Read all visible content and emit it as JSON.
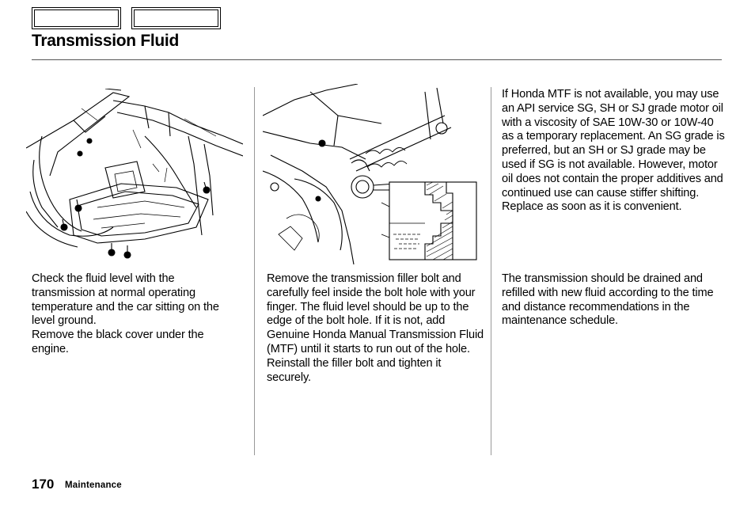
{
  "header": {
    "title": "Transmission Fluid"
  },
  "columns": [
    {
      "paragraphs": [
        "Check the fluid level with the transmission at normal operating temperature and the car sitting on the level ground.",
        "Remove the black cover under the engine."
      ]
    },
    {
      "paragraphs": [
        "Remove the transmission filler bolt and carefully feel inside the bolt hole with your finger. The fluid level should be up to the edge of the bolt hole. If it is not, add Genuine Honda Manual Transmission Fluid (MTF) until it starts to run out of the hole. Reinstall the filler bolt and tighten it securely."
      ]
    },
    {
      "note": "If Honda MTF is not available, you may use an API service SG, SH or SJ grade motor oil with a viscosity of SAE 10W-30 or 10W-40 as a temporary replacement. An SG grade is preferred, but an SH or SJ grade may be used if SG is not available. However, motor oil does not contain the proper additives and continued use can cause stiffer shifting. Replace as soon as it is convenient.",
      "paragraphs": [
        "The transmission should be drained and refilled with new fluid according to the time and distance recommendations in the maintenance schedule."
      ]
    }
  ],
  "footer": {
    "page_number": "170",
    "section": "Maintenance"
  }
}
